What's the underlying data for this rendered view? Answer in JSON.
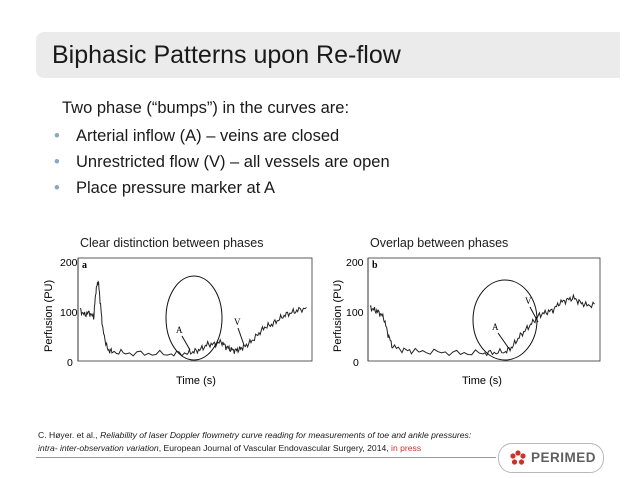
{
  "slide": {
    "title": "Biphasic Patterns upon Re-flow",
    "intro": "Two phase (“bumps”) in the curves are:",
    "bullets": [
      "Arterial inflow (A) – veins are closed",
      "Unrestricted flow (V) – all vessels are open",
      "Place pressure marker at A"
    ],
    "bullet_symbol": "•"
  },
  "charts": {
    "left_caption": "Clear distinction between phases",
    "right_caption": "Overlap between phases"
  },
  "chart_data": [
    {
      "type": "line",
      "panel_label": "a",
      "ylabel": "Perfusion (PU)",
      "xlabel": "Time (s)",
      "ylim": [
        0,
        200
      ],
      "yticks": [
        0,
        100,
        200
      ],
      "annotations": [
        "A",
        "V"
      ],
      "x": [
        0,
        2,
        4,
        6,
        7,
        8,
        9,
        10,
        12,
        14,
        20,
        30,
        40,
        47,
        50,
        53,
        56,
        59,
        62,
        64,
        66,
        68,
        70,
        72,
        75,
        78,
        81,
        84,
        87,
        90,
        93,
        96,
        100
      ],
      "values": [
        100,
        90,
        95,
        85,
        140,
        160,
        110,
        60,
        20,
        15,
        12,
        11,
        10,
        12,
        15,
        20,
        30,
        30,
        35,
        25,
        20,
        17,
        20,
        25,
        35,
        50,
        65,
        70,
        80,
        90,
        95,
        100,
        105
      ]
    },
    {
      "type": "line",
      "panel_label": "b",
      "ylabel": "Perfusion (PU)",
      "xlabel": "Time (s)",
      "ylim": [
        0,
        200
      ],
      "yticks": [
        0,
        100,
        200
      ],
      "annotations": [
        "A",
        "V"
      ],
      "x": [
        0,
        2,
        4,
        6,
        8,
        10,
        15,
        20,
        30,
        40,
        50,
        55,
        60,
        63,
        66,
        69,
        72,
        75,
        78,
        81,
        84,
        87,
        90,
        93,
        96,
        100
      ],
      "values": [
        105,
        100,
        95,
        85,
        50,
        25,
        18,
        16,
        14,
        12,
        12,
        13,
        15,
        25,
        45,
        60,
        75,
        90,
        95,
        100,
        115,
        120,
        125,
        115,
        110,
        110
      ]
    }
  ],
  "citation": {
    "authors": "C. Høyer. et al.,",
    "title_line1": "Reliability of laser Doppler flowmetry curve reading for measurements of toe and ankle pressures:",
    "title_line2": "intra- inter-observation variation",
    "journal": ", European Journal of Vascular Endovascular Surgery, 2014,",
    "status": "in press"
  },
  "logo": {
    "text": "PERIMED"
  },
  "colors": {
    "accent_red": "#d0302a",
    "bullet": "#8aa7c8",
    "title_bg": "#ebebeb"
  }
}
